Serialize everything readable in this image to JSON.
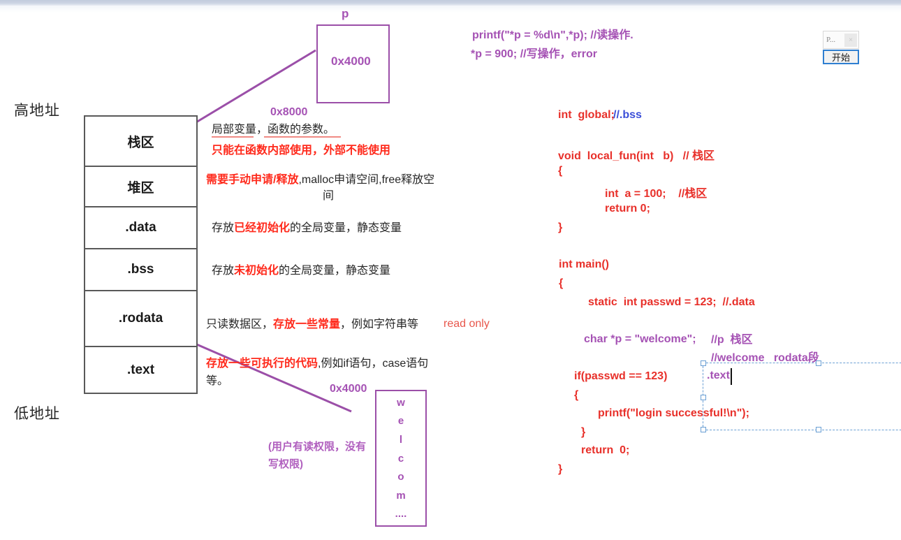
{
  "labels": {
    "high_address": "高地址",
    "low_address": "低地址"
  },
  "memory_layout": {
    "rows": [
      {
        "label": "栈区"
      },
      {
        "label": "堆区"
      },
      {
        "label": ".data"
      },
      {
        "label": ".bss"
      },
      {
        "label": ".rodata"
      },
      {
        "label": ".text"
      }
    ]
  },
  "pointer_box": {
    "name": "p",
    "value": "0x4000"
  },
  "string_box": {
    "address": "0x4000",
    "chars": [
      "w",
      "e",
      "l",
      "c",
      "o",
      "m",
      "...."
    ],
    "permission_note_line1": "(用户有读权限，没有",
    "permission_note_line2": "写权限)"
  },
  "stack_address": "0x8000",
  "annotations": {
    "stack_plain": "局部变量，函数的参数。",
    "stack_red": "只能在函数内部使用，外部不能使用",
    "heap_red": "需要手动申请/释放",
    "heap_rest": ",malloc申请空间,free释放空",
    "heap_rest2": "间",
    "data_pre": "存放",
    "data_red": "已经初始化",
    "data_post": "的全局变量，静态变量",
    "bss_pre": "存放",
    "bss_red": "未初始化",
    "bss_post": "的全局变量，静态变量",
    "rodata_pre": "只读数据区，",
    "rodata_red": "存放一些常量",
    "rodata_post": "，例如字符串等",
    "rodata_readonly": "read only",
    "text_red": "存放一些可执行的代码",
    "text_post": ",例如if语句，case语句",
    "text_post2": "等。"
  },
  "pointer_ops": {
    "line1": "printf(\"*p = %d\\n\",*p); //读操作.",
    "line2": "*p = 900; //写操作，error"
  },
  "code": {
    "global_decl": "int  global;",
    "global_comment": "//.bss",
    "func_sig": "void  local_fun(int   b)   // 栈区",
    "brace_open_1": "{",
    "local_a": "int  a = 100;    //栈区",
    "return_0_fun": "return 0;",
    "brace_close_1": "}",
    "main_sig": "int main()",
    "brace_open_2": "{",
    "static_passwd": "static  int passwd = 123;  //.data",
    "char_p": "char *p = \"welcome\";",
    "comment_p": "//p  栈区",
    "comment_welcome": "//welcome   rodata段",
    "if_line": "if(passwd == 123)",
    "brace_open_3": "{",
    "printf_line": "printf(\"login successful!\\n\");",
    "brace_close_3": "}",
    "return_0_main": "return  0;",
    "brace_close_2": "}"
  },
  "selection_textbox": {
    "text": ".text"
  },
  "start_widget": {
    "thumbnail_label": "P...",
    "button_label": "开始"
  },
  "colors": {
    "red": "#e8302a",
    "bright_red": "#ff2a1c",
    "purple": "#a552b4",
    "blue": "#3b4fd8",
    "selection_blue": "#6a9fd4",
    "box_border": "#595959"
  }
}
